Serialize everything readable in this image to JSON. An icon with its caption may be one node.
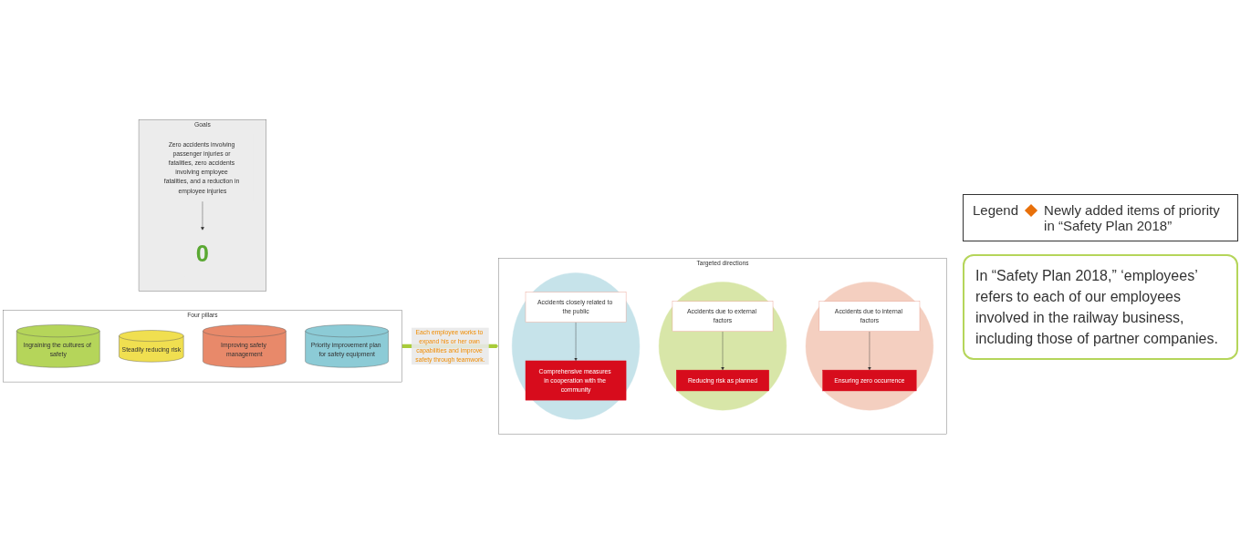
{
  "diagram": {
    "nodes": [
      {
        "text": [
          "Four pillars"
        ]
      },
      {
        "text": [
          "Ingraining the cultures of safety"
        ],
        "in": 0
      },
      {
        "text": [
          "Steadily reducing risk"
        ],
        "in": 0
      },
      {
        "text": [
          "Improving safety management"
        ],
        "in": 0
      },
      {
        "text": [
          "Priority improvement plan for safety equipment"
        ],
        "in": 0
      },
      {
        "text": [
          "Targeted directions"
        ]
      },
      {
        "text": [],
        "shape": "circle",
        "in": 5
      },
      {
        "text": [
          "Accidents due to internal factors"
        ],
        "in": 6
      },
      {
        "text": [
          "Ensuring zero occurrence"
        ],
        "in": 6
      },
      {
        "text": [],
        "shape": "circle",
        "in": 5
      },
      {
        "text": [
          "Accidents due to external factors"
        ],
        "in": 9
      },
      {
        "text": [
          "Reducing risk as planned"
        ],
        "in": 9
      },
      {
        "text": [],
        "shape": "circle",
        "in": 5
      },
      {
        "text": [
          "Accidents closely related to the public"
        ],
        "in": 12
      },
      {
        "text": [
          "Comprehensive measures in cooperation with the community"
        ],
        "in": 12
      },
      {
        "text": [
          "Goals"
        ]
      },
      {
        "text": [
          "Zero accidents involving passenger injuries or fatalities, zero accidents involving employee fatalities, and a reduction in employee injuries"
        ],
        "in": 15
      },
      {
        "text": [
          "0"
        ],
        "in": 15
      }
    ],
    "edges": [
      {
        "from": 0,
        "to": 5,
        "arrow": "to",
        "label": "Each employee works to expand his or her own capabilities and improve safety through teamwork.",
        "style": "thick",
        "color": "#a8cc3a"
      },
      {
        "from": 7,
        "to": 8,
        "arrow": "to"
      },
      {
        "from": 10,
        "to": 11,
        "arrow": "to"
      },
      {
        "from": 13,
        "to": 14,
        "arrow": "to"
      },
      {
        "from": 16,
        "to": 17,
        "arrow": "to"
      }
    ],
    "labels": [
      "Legend",
      "In “Safety Plan 2018,” ‘employees’ refers to each of our employees involved in the railway business, including those of partner companies."
    ],
    "legend": [
      {
        "text": "Newly added items of priority in “Safety Plan 2018”"
      }
    ]
  }
}
